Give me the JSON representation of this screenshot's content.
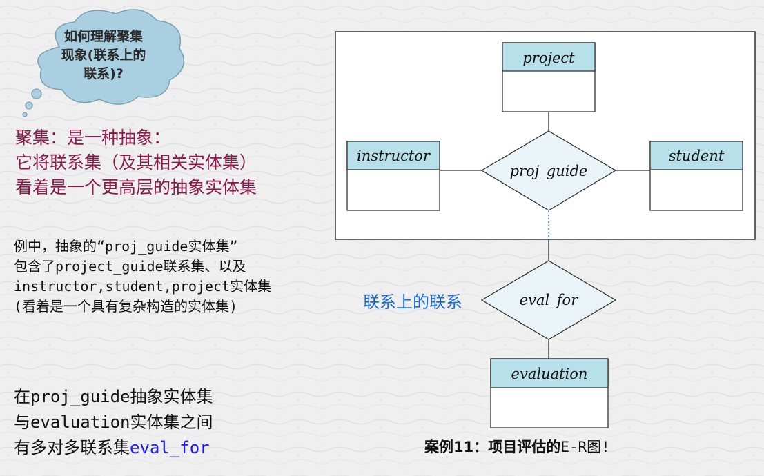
{
  "cloud": {
    "lines": [
      "如何理解聚集",
      "现象(联系上的",
      "联系)?"
    ]
  },
  "definition": {
    "lines": [
      "聚集：是一种抽象：",
      "它将联系集（及其相关实体集）",
      "看着是一个更高层的抽象实体集"
    ]
  },
  "example": {
    "lines": [
      "例中，抽象的“proj_guide实体集”",
      "包含了project_guide联系集、以及",
      "instructor,student,project实体集",
      "(看着是一个具有复杂构造的实体集)"
    ]
  },
  "bottom": {
    "line1": "在proj_guide抽象实体集",
    "line2": "与evaluation实体集之间",
    "line3_prefix": "有多对多联系集",
    "line3_highlight": "eval_for"
  },
  "diagram": {
    "entities": {
      "project": "project",
      "instructor": "instructor",
      "student": "student",
      "evaluation": "evaluation"
    },
    "relationships": {
      "proj_guide": "proj_guide",
      "eval_for": "eval_for"
    },
    "relationship_note": "联系上的联系",
    "colors": {
      "entity_header": "#b8e0ea",
      "diamond_fill": "#eaf4f8",
      "cloud_fill": "#a9cfe0",
      "relationship_note": "#1a6ad8",
      "definition_text": "#8b1a4b"
    }
  },
  "caption": {
    "main": "案例11：项目评估的",
    "tail": "E-R图!"
  }
}
